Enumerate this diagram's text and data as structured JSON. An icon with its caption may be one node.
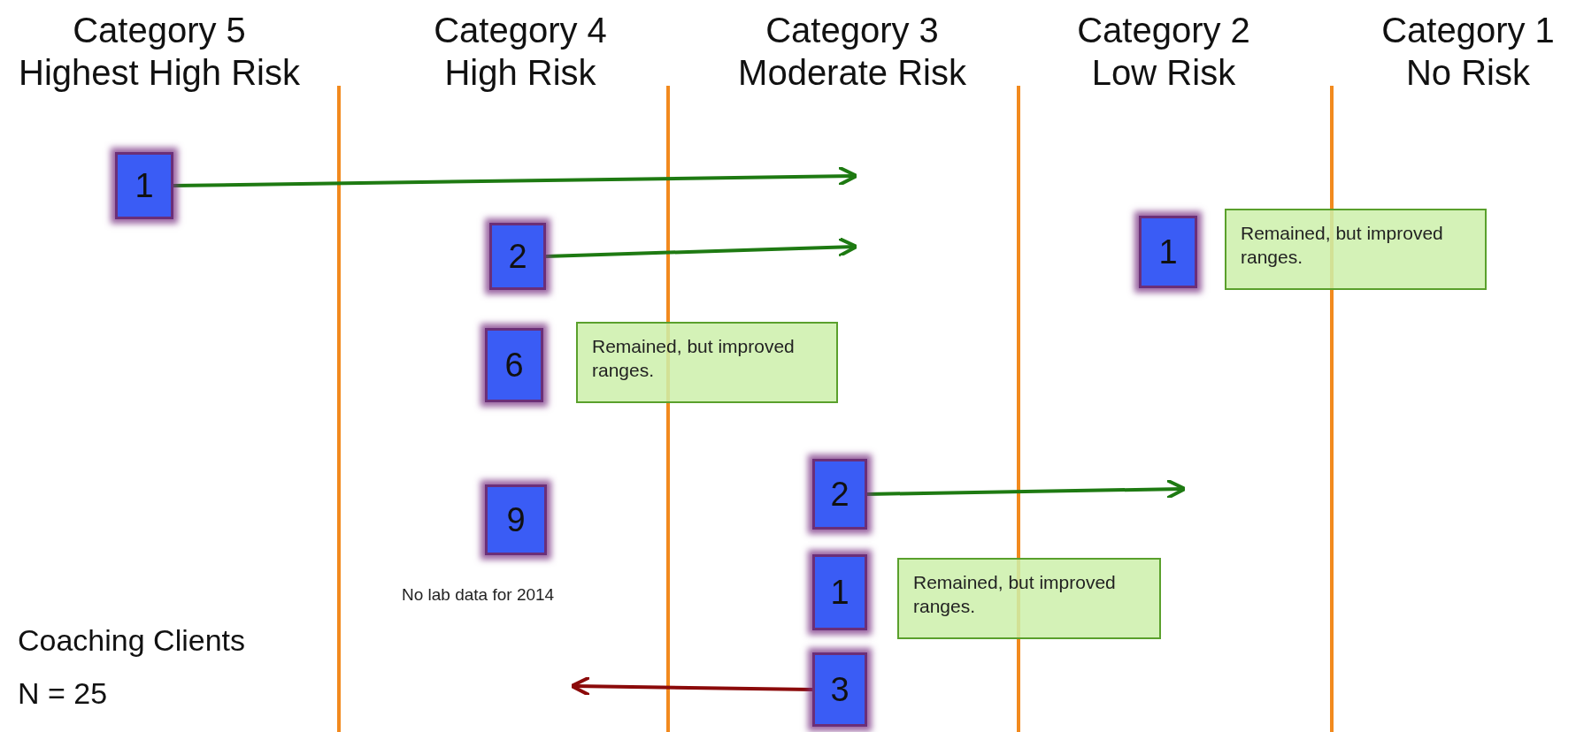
{
  "diagram": {
    "nodes": [
      {
        "text": [
          "1"
        ]
      },
      {
        "text": [
          "2"
        ]
      },
      {
        "text": [
          "1"
        ]
      },
      {
        "text": [
          "Remained, but improved ranges."
        ]
      },
      {
        "text": [
          "6"
        ]
      },
      {
        "text": [
          "Remained, but improved ranges."
        ]
      },
      {
        "text": [
          "2"
        ]
      },
      {
        "text": [
          "9"
        ],
        "beside": [
          "No lab data for 2014"
        ]
      },
      {
        "text": [
          "1"
        ]
      },
      {
        "text": [
          "Remained, but improved ranges."
        ]
      },
      {
        "text": [
          "3"
        ]
      }
    ],
    "edges": [
      {
        "from": 0,
        "to": null,
        "arrow": "to"
      },
      {
        "from": 1,
        "to": null,
        "arrow": "to"
      },
      {
        "from": 6,
        "to": null,
        "arrow": "to"
      },
      {
        "from": 10,
        "to": null,
        "arrow": "to",
        "color": "#8b0a0a"
      }
    ],
    "labels": [
      "Category 5",
      "Highest High Risk",
      "Category 4",
      "High Risk",
      "Category 3",
      "Moderate Risk",
      "Category 2",
      "Low Risk",
      "Category 1",
      "No Risk",
      "Coaching Clients",
      "N = 25"
    ]
  }
}
